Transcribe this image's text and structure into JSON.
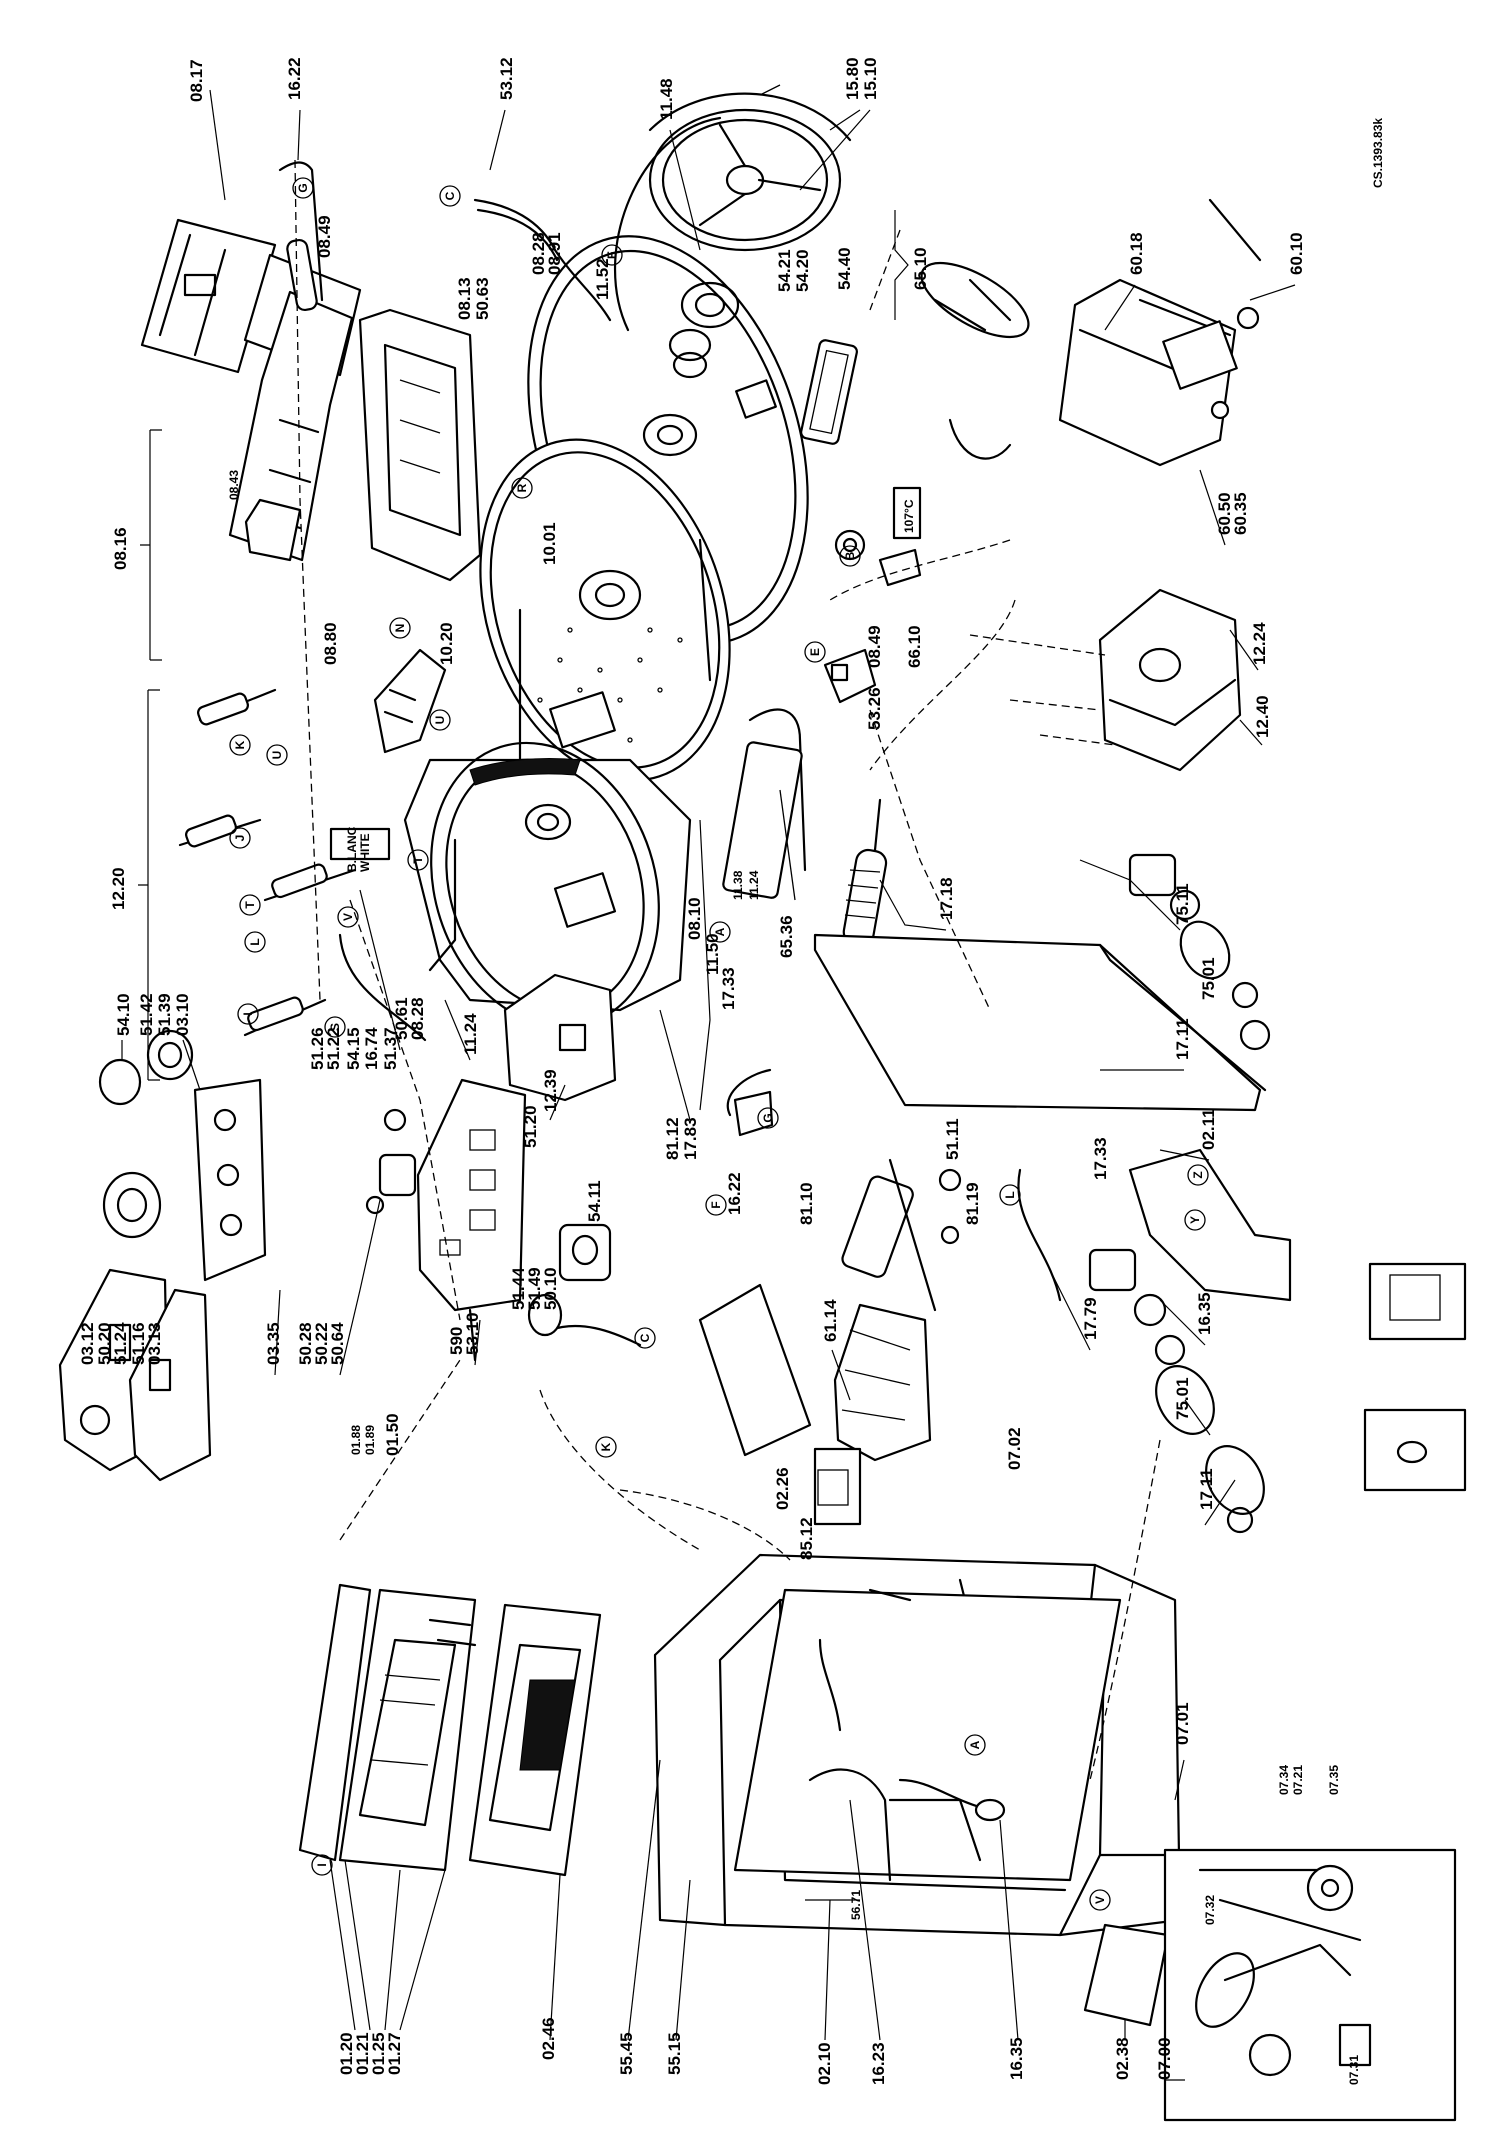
{
  "document": {
    "reference": "CS.1393.83k",
    "temperature_label": "107°C",
    "drum_tag_top": "B.LANC",
    "drum_tag_bottom": "WHITE",
    "icon_names": [
      "exploded-assembly-drawing",
      "part-callout-letter",
      "inset-detail-box"
    ]
  },
  "bracket_labels": [
    "08.16",
    "12.20",
    "65.10"
  ],
  "part_labels": [
    "08.17",
    "16.22",
    "53.12",
    "11.48",
    "15.80",
    "15.10",
    "60.18",
    "60.10",
    "08.49",
    "08.13",
    "50.63",
    "08.28",
    "08.91",
    "11.52",
    "54.21",
    "54.20",
    "54.40",
    "08.43",
    "10.01",
    "08.80",
    "10.20",
    "08.49",
    "53.26",
    "66.10",
    "12.24",
    "12.40",
    "60.50",
    "60.35",
    "11.38",
    "11.24",
    "65.36",
    "11.50",
    "08.10",
    "17.18",
    "75.11",
    "75.01",
    "17.11",
    "02.11",
    "50.61",
    "08.28",
    "11.24",
    "12.39",
    "17.33",
    "17.83",
    "81.12",
    "81.10",
    "16.22",
    "51.11",
    "81.19",
    "17.33",
    "54.10",
    "51.42",
    "51.39",
    "03.10",
    "51.26",
    "51.22",
    "54.15",
    "16.74",
    "51.37",
    "51.20",
    "54.11",
    "51.44",
    "51.49",
    "50.10",
    "03.12",
    "50.20",
    "51.24",
    "51.16",
    "03.13",
    "03.35",
    "50.28",
    "50.22",
    "50.64",
    "590",
    "53.10",
    "61.14",
    "17.79",
    "16.35",
    "75.01",
    "17.11",
    "01.88",
    "01.89",
    "01.50",
    "07.02",
    "02.26",
    "85.12",
    "07.01",
    "01.20",
    "01.21",
    "01.25",
    "01.27",
    "02.46",
    "55.45",
    "55.15",
    "02.10",
    "56.71",
    "16.23",
    "16.35",
    "02.38",
    "07.00",
    "07.31",
    "07.32",
    "07.34",
    "07.21",
    "07.35"
  ],
  "callout_letters": [
    "G",
    "C",
    "E",
    "R",
    "B",
    "E",
    "N",
    "K",
    "U",
    "J",
    "T",
    "V",
    "L",
    "I",
    "S",
    "U",
    "T",
    "A",
    "G",
    "F",
    "C",
    "K",
    "L",
    "I",
    "A",
    "V",
    "Z",
    "Y"
  ],
  "colors": {
    "ink": "#000000",
    "paper": "#ffffff"
  }
}
